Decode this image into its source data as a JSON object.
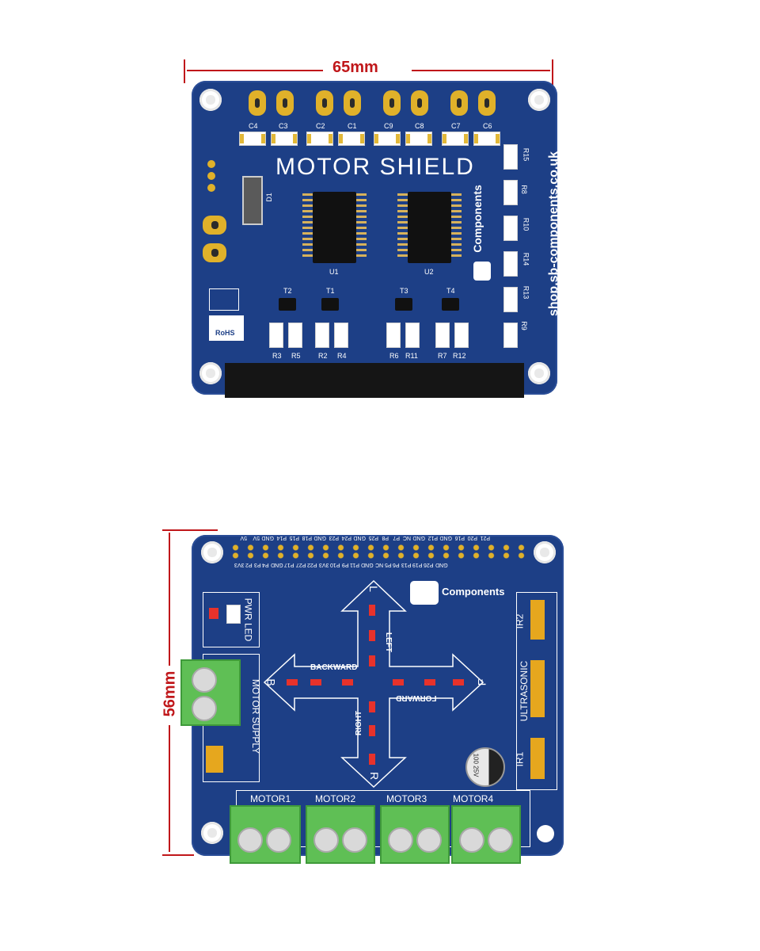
{
  "top_board": {
    "width_label": "65mm",
    "title": "MOTOR SHIELD",
    "brand": "Components",
    "url": "shop.sb-components.co.uk",
    "capacitors": [
      "C4",
      "C3",
      "C2",
      "C1",
      "C9",
      "C8",
      "C7",
      "C6"
    ],
    "chips": [
      "U1",
      "U2"
    ],
    "diode": "D1",
    "transistors": [
      "T2",
      "T1",
      "T3",
      "T4"
    ],
    "resistors_bottom": [
      "R3",
      "R5",
      "R2",
      "R4",
      "R6",
      "R11",
      "R7",
      "R12"
    ],
    "resistors_right": [
      "R15",
      "R8",
      "R10",
      "R14",
      "R13",
      "R9"
    ],
    "rohs": "RoHS"
  },
  "bottom_board": {
    "height_label": "56mm",
    "brand": "Components",
    "pwr_led": "PWR LED",
    "motor_supply": "MOTOR SUPPLY",
    "directions": {
      "backward": "BACKWARD",
      "forward": "FORWARD",
      "left": "LEFT",
      "right": "RIGHT",
      "b": "B",
      "f": "F",
      "l": "L",
      "r": "R"
    },
    "motors": [
      "MOTOR1",
      "MOTOR2",
      "MOTOR3",
      "MOTOR4"
    ],
    "ir1": "IR1",
    "ir2": "IR2",
    "ultrasonic": "ULTRASONIC",
    "cap_value": "100 25V",
    "pins_top": [
      "5V",
      "5V",
      "GND",
      "P14",
      "P15",
      "P18",
      "GND",
      "P23",
      "P24",
      "GND",
      "P25",
      "P8",
      "P7",
      "NC",
      "GND",
      "P12",
      "GND",
      "P16",
      "P20",
      "P21"
    ],
    "pins_bottom": [
      "3V3",
      "P2",
      "P3",
      "P4",
      "GND",
      "P17",
      "P27",
      "P22",
      "3V3",
      "P10",
      "P9",
      "P11",
      "GND",
      "NC",
      "P5",
      "P6",
      "P13",
      "P19",
      "P26",
      "GND"
    ]
  },
  "colors": {
    "pcb": "#1d3f86",
    "dimension": "#c0171a",
    "pad": "#e0b12a",
    "terminal": "#5fbf55"
  }
}
